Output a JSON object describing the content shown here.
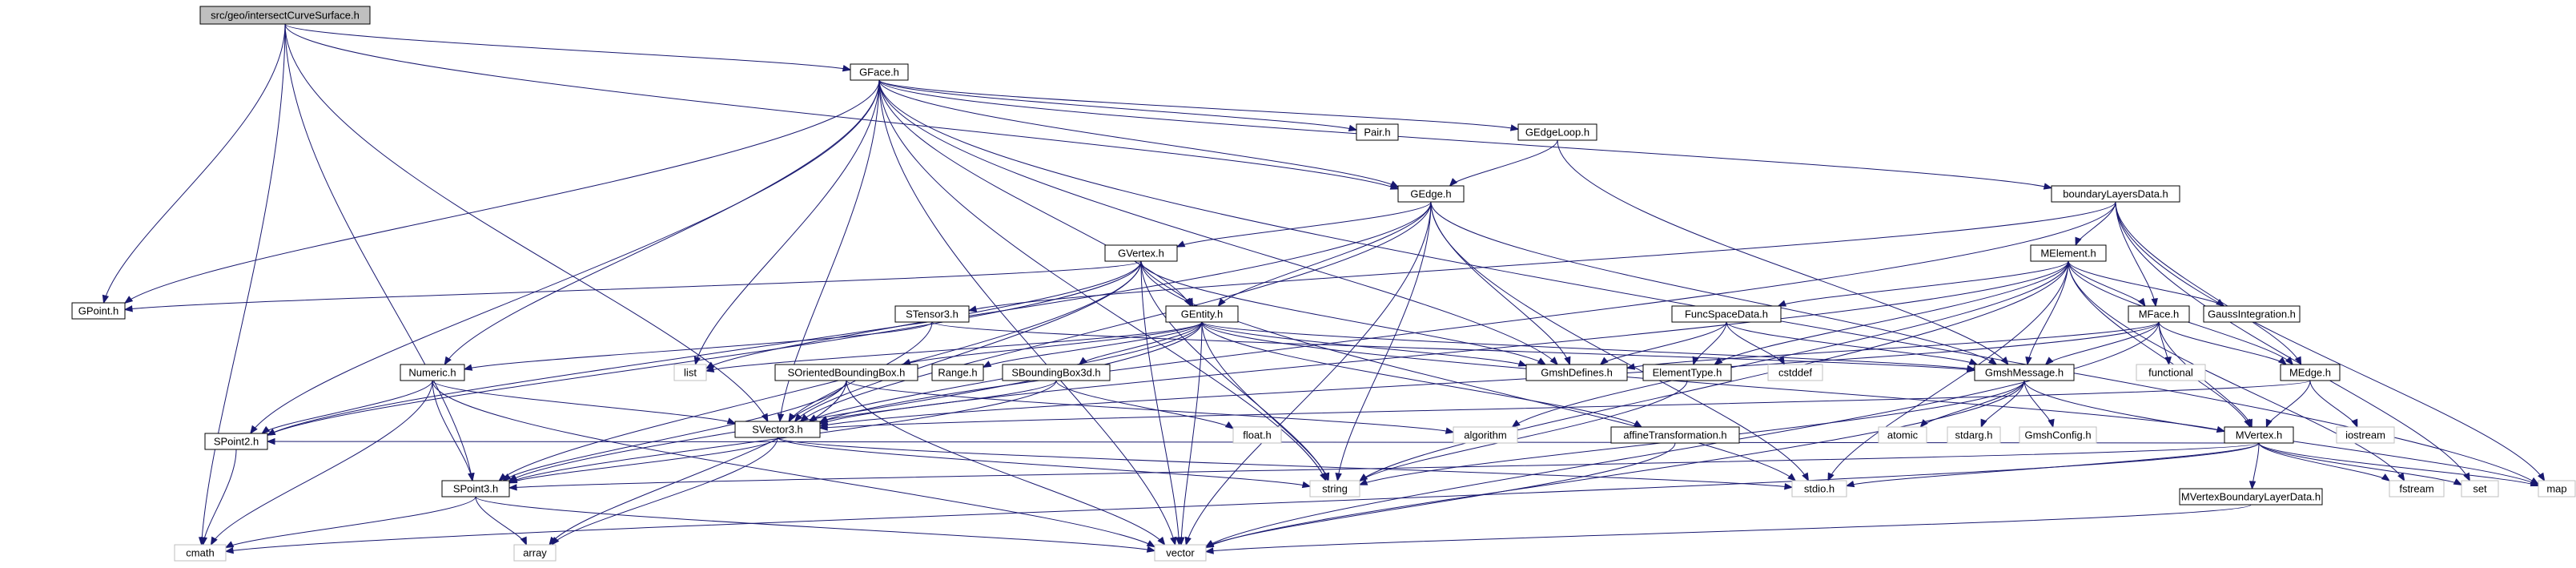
{
  "colors": {
    "edge": "#191970",
    "box_border": "#000000",
    "box_fill": "#ffffff",
    "root_fill": "#bfbfbf",
    "system_border": "#bfbfbf",
    "text": "#000000"
  },
  "nodes": [
    {
      "id": "root",
      "label": "src/geo/intersectCurveSurface.h",
      "kind": "root"
    },
    {
      "id": "gface",
      "label": "GFace.h",
      "kind": "box"
    },
    {
      "id": "gpoint",
      "label": "GPoint.h",
      "kind": "box"
    },
    {
      "id": "numeric",
      "label": "Numeric.h",
      "kind": "box"
    },
    {
      "id": "spoint2",
      "label": "SPoint2.h",
      "kind": "box"
    },
    {
      "id": "spoint3",
      "label": "SPoint3.h",
      "kind": "box"
    },
    {
      "id": "svector3",
      "label": "SVector3.h",
      "kind": "box"
    },
    {
      "id": "pair",
      "label": "Pair.h",
      "kind": "box"
    },
    {
      "id": "gedgeloop",
      "label": "GEdgeLoop.h",
      "kind": "box"
    },
    {
      "id": "gedge",
      "label": "GEdge.h",
      "kind": "box"
    },
    {
      "id": "gvertex",
      "label": "GVertex.h",
      "kind": "box"
    },
    {
      "id": "gentity",
      "label": "GEntity.h",
      "kind": "box"
    },
    {
      "id": "stensor3",
      "label": "STensor3.h",
      "kind": "box"
    },
    {
      "id": "soriented",
      "label": "SOrientedBoundingBox.h",
      "kind": "box"
    },
    {
      "id": "range",
      "label": "Range.h",
      "kind": "box"
    },
    {
      "id": "sbb3d",
      "label": "SBoundingBox3d.h",
      "kind": "box"
    },
    {
      "id": "boundarylayers",
      "label": "boundaryLayersData.h",
      "kind": "box"
    },
    {
      "id": "melement",
      "label": "MElement.h",
      "kind": "box"
    },
    {
      "id": "funcspace",
      "label": "FuncSpaceData.h",
      "kind": "box"
    },
    {
      "id": "gmshdefines",
      "label": "GmshDefines.h",
      "kind": "box"
    },
    {
      "id": "elementtype",
      "label": "ElementType.h",
      "kind": "box"
    },
    {
      "id": "gmshmessage",
      "label": "GmshMessage.h",
      "kind": "box"
    },
    {
      "id": "mface",
      "label": "MFace.h",
      "kind": "box"
    },
    {
      "id": "gaussint",
      "label": "GaussIntegration.h",
      "kind": "box"
    },
    {
      "id": "medge",
      "label": "MEdge.h",
      "kind": "box"
    },
    {
      "id": "mvertex",
      "label": "MVertex.h",
      "kind": "box"
    },
    {
      "id": "mvbld",
      "label": "MVertexBoundaryLayerData.h",
      "kind": "box"
    },
    {
      "id": "affine",
      "label": "affineTransformation.h",
      "kind": "box"
    },
    {
      "id": "cmath",
      "label": "cmath",
      "kind": "system"
    },
    {
      "id": "array",
      "label": "array",
      "kind": "system"
    },
    {
      "id": "vector",
      "label": "vector",
      "kind": "system"
    },
    {
      "id": "string",
      "label": "string",
      "kind": "system"
    },
    {
      "id": "stdio",
      "label": "stdio.h",
      "kind": "system"
    },
    {
      "id": "list",
      "label": "list",
      "kind": "system"
    },
    {
      "id": "algorithm",
      "label": "algorithm",
      "kind": "system"
    },
    {
      "id": "float",
      "label": "float.h",
      "kind": "system"
    },
    {
      "id": "cstddef",
      "label": "cstddef",
      "kind": "system"
    },
    {
      "id": "functional",
      "label": "functional",
      "kind": "system"
    },
    {
      "id": "atomic",
      "label": "atomic",
      "kind": "system"
    },
    {
      "id": "stdarg",
      "label": "stdarg.h",
      "kind": "system"
    },
    {
      "id": "gmshconfig",
      "label": "GmshConfig.h",
      "kind": "system"
    },
    {
      "id": "iostream",
      "label": "iostream",
      "kind": "system"
    },
    {
      "id": "fstream",
      "label": "fstream",
      "kind": "system"
    },
    {
      "id": "set",
      "label": "set",
      "kind": "system"
    },
    {
      "id": "map",
      "label": "map",
      "kind": "system"
    }
  ],
  "edges": [
    [
      "root",
      "gface"
    ],
    [
      "root",
      "gpoint"
    ],
    [
      "root",
      "spoint3"
    ],
    [
      "root",
      "svector3"
    ],
    [
      "root",
      "cmath"
    ],
    [
      "root",
      "gedge"
    ],
    [
      "gface",
      "gpoint"
    ],
    [
      "gface",
      "spoint2"
    ],
    [
      "gface",
      "svector3"
    ],
    [
      "gface",
      "pair"
    ],
    [
      "gface",
      "gedgeloop"
    ],
    [
      "gface",
      "gedge"
    ],
    [
      "gface",
      "gentity"
    ],
    [
      "gface",
      "numeric"
    ],
    [
      "gface",
      "list"
    ],
    [
      "gface",
      "string"
    ],
    [
      "gface",
      "vector"
    ],
    [
      "gface",
      "gmshdefines"
    ],
    [
      "gface",
      "boundarylayers"
    ],
    [
      "gface",
      "map"
    ],
    [
      "gedgeloop",
      "gedge"
    ],
    [
      "gedgeloop",
      "gmshmessage"
    ],
    [
      "gedge",
      "gvertex"
    ],
    [
      "gedge",
      "gentity"
    ],
    [
      "gedge",
      "svector3"
    ],
    [
      "gedge",
      "spoint2"
    ],
    [
      "gedge",
      "gmshdefines"
    ],
    [
      "gedge",
      "gmshmessage"
    ],
    [
      "gedge",
      "string"
    ],
    [
      "gedge",
      "stdio"
    ],
    [
      "gedge",
      "vector"
    ],
    [
      "gvertex",
      "gentity"
    ],
    [
      "gvertex",
      "gpoint"
    ],
    [
      "gvertex",
      "spoint2"
    ],
    [
      "gvertex",
      "spoint3"
    ],
    [
      "gvertex",
      "svector3"
    ],
    [
      "gvertex",
      "gmshdefines"
    ],
    [
      "gvertex",
      "list"
    ],
    [
      "gvertex",
      "string"
    ],
    [
      "gvertex",
      "vector"
    ],
    [
      "gvertex",
      "stdio"
    ],
    [
      "gentity",
      "range"
    ],
    [
      "gentity",
      "sbb3d"
    ],
    [
      "gentity",
      "soriented"
    ],
    [
      "gentity",
      "svector3"
    ],
    [
      "gentity",
      "spoint3"
    ],
    [
      "gentity",
      "gmshdefines"
    ],
    [
      "gentity",
      "gmshmessage"
    ],
    [
      "gentity",
      "list"
    ],
    [
      "gentity",
      "string"
    ],
    [
      "gentity",
      "vector"
    ],
    [
      "gentity",
      "affine"
    ],
    [
      "gentity",
      "mvertex"
    ],
    [
      "stensor3",
      "svector3"
    ],
    [
      "stensor3",
      "numeric"
    ],
    [
      "stensor3",
      "gmshmessage"
    ],
    [
      "numeric",
      "svector3"
    ],
    [
      "numeric",
      "spoint2"
    ],
    [
      "numeric",
      "spoint3"
    ],
    [
      "numeric",
      "cmath"
    ],
    [
      "numeric",
      "vector"
    ],
    [
      "soriented",
      "svector3"
    ],
    [
      "soriented",
      "spoint3"
    ],
    [
      "soriented",
      "vector"
    ],
    [
      "soriented",
      "array"
    ],
    [
      "soriented",
      "algorithm"
    ],
    [
      "sbb3d",
      "spoint3"
    ],
    [
      "sbb3d",
      "svector3"
    ],
    [
      "sbb3d",
      "float"
    ],
    [
      "svector3",
      "spoint3"
    ],
    [
      "svector3",
      "string"
    ],
    [
      "svector3",
      "stdio"
    ],
    [
      "svector3",
      "array"
    ],
    [
      "spoint3",
      "cmath"
    ],
    [
      "spoint3",
      "array"
    ],
    [
      "spoint3",
      "vector"
    ],
    [
      "spoint2",
      "cmath"
    ],
    [
      "affine",
      "vector"
    ],
    [
      "boundarylayers",
      "melement"
    ],
    [
      "boundarylayers",
      "mface"
    ],
    [
      "boundarylayers",
      "medge"
    ],
    [
      "boundarylayers",
      "stensor3"
    ],
    [
      "boundarylayers",
      "svector3"
    ],
    [
      "boundarylayers",
      "set"
    ],
    [
      "boundarylayers",
      "map"
    ],
    [
      "melement",
      "funcspace"
    ],
    [
      "melement",
      "elementtype"
    ],
    [
      "melement",
      "gmshmessage"
    ],
    [
      "melement",
      "mface"
    ],
    [
      "melement",
      "medge"
    ],
    [
      "melement",
      "mvertex"
    ],
    [
      "melement",
      "gaussint"
    ],
    [
      "melement",
      "svector3"
    ],
    [
      "melement",
      "string"
    ],
    [
      "melement",
      "fstream"
    ],
    [
      "melement",
      "stdio"
    ],
    [
      "melement",
      "algorithm"
    ],
    [
      "funcspace",
      "gmshdefines"
    ],
    [
      "funcspace",
      "gmshmessage"
    ],
    [
      "funcspace",
      "elementtype"
    ],
    [
      "funcspace",
      "cstddef"
    ],
    [
      "elementtype",
      "string"
    ],
    [
      "mface",
      "mvertex"
    ],
    [
      "mface",
      "medge"
    ],
    [
      "mface",
      "gmshmessage"
    ],
    [
      "mface",
      "gmshdefines"
    ],
    [
      "mface",
      "svector3"
    ],
    [
      "mface",
      "functional"
    ],
    [
      "mface",
      "vector"
    ],
    [
      "medge",
      "mvertex"
    ],
    [
      "medge",
      "svector3"
    ],
    [
      "medge",
      "iostream"
    ],
    [
      "gmshmessage",
      "atomic"
    ],
    [
      "gmshmessage",
      "stdarg"
    ],
    [
      "gmshmessage",
      "gmshconfig"
    ],
    [
      "gmshmessage",
      "string"
    ],
    [
      "gmshmessage",
      "vector"
    ],
    [
      "gmshmessage",
      "map"
    ],
    [
      "mvertex",
      "mvbld"
    ],
    [
      "mvertex",
      "spoint2"
    ],
    [
      "mvertex",
      "spoint3"
    ],
    [
      "mvertex",
      "stdio"
    ],
    [
      "mvertex",
      "fstream"
    ],
    [
      "mvertex",
      "set"
    ],
    [
      "mvertex",
      "map"
    ],
    [
      "mvertex",
      "cmath"
    ],
    [
      "mvbld",
      "vector"
    ]
  ]
}
